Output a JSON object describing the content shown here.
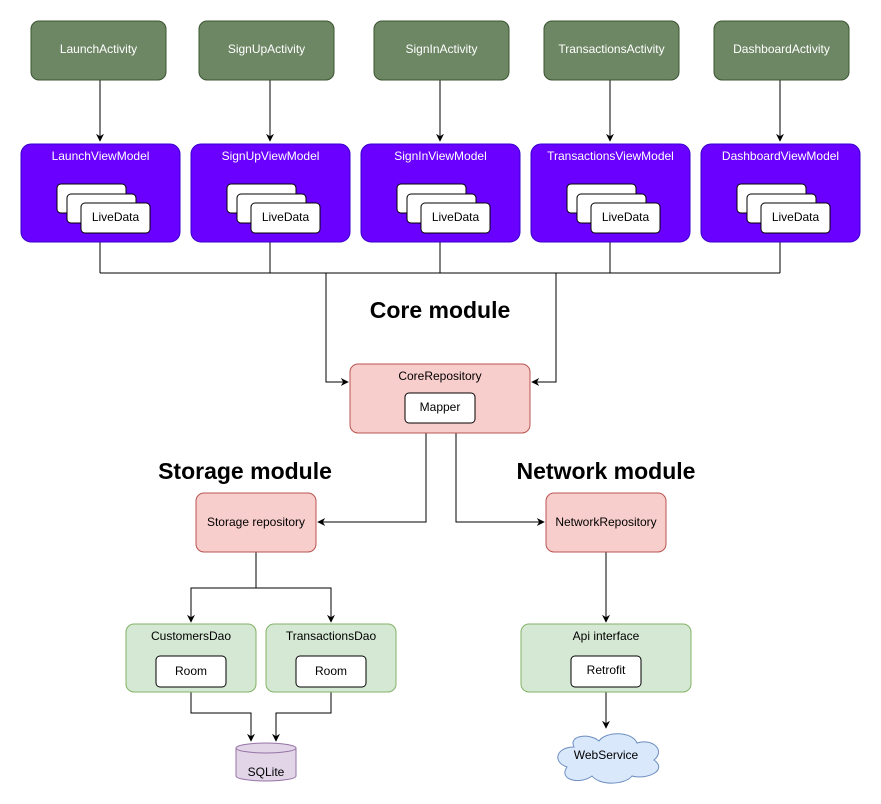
{
  "colors": {
    "activity_fill": "#6d8764",
    "activity_stroke": "#3a5431",
    "viewmodel_fill": "#6a00ff",
    "viewmodel_stroke": "#3700cc",
    "core_fill": "#f8cecc",
    "core_stroke": "#b85450",
    "dao_fill": "#d5e8d4",
    "dao_stroke": "#82b366",
    "sqlite_fill": "#e1d5e7",
    "sqlite_stroke": "#9673a6",
    "cloud_fill": "#dae8fc",
    "cloud_stroke": "#6c8ebf"
  },
  "activities": [
    "LaunchActivity",
    "SignUpActivity",
    "SignInActivity",
    "TransactionsActivity",
    "DashboardActivity"
  ],
  "viewmodels": [
    "LaunchViewModel",
    "SignUpViewModel",
    "SignInViewModel",
    "TransactionsViewModel",
    "DashboardViewModel"
  ],
  "livedata_label": "LiveData",
  "core": {
    "title": "Core module",
    "repository": "CoreRepository",
    "mapper": "Mapper"
  },
  "storage": {
    "title": "Storage module",
    "repository": "Storage repository",
    "daos": [
      {
        "name": "CustomersDao",
        "inner": "Room"
      },
      {
        "name": "TransactionsDao",
        "inner": "Room"
      }
    ],
    "database": "SQLite"
  },
  "network": {
    "title": "Network module",
    "repository": "NetworkRepository",
    "api": {
      "name": "Api interface",
      "inner": "Retrofit"
    },
    "service": "WebService"
  }
}
